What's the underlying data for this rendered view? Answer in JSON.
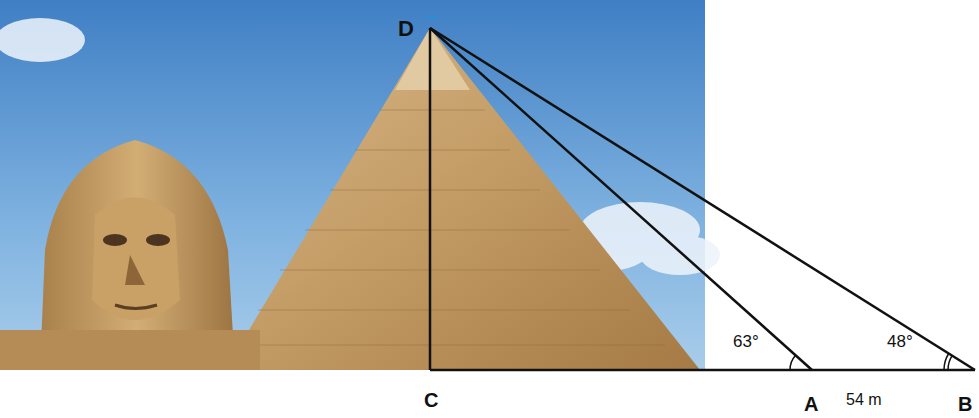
{
  "diagram": {
    "labels": [
      "D",
      "63°",
      "48°",
      "C",
      "A",
      "54 m",
      "B"
    ]
  }
}
